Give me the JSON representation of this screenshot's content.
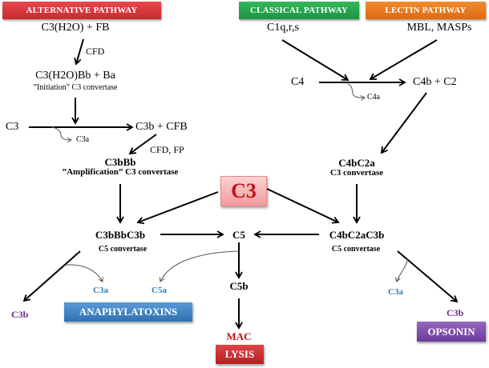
{
  "pathways": {
    "alternative": {
      "label": "ALTERNATIVE PATHWAY",
      "color": "#d9343a"
    },
    "classical": {
      "label": "CLASSICAL PATHWAY",
      "color": "#22a64d"
    },
    "lectin": {
      "label": "LECTIN PATHWAY",
      "color": "#ec7a1f"
    }
  },
  "alternative": {
    "start": "C3(H2O) + FB",
    "enzyme1": "CFD",
    "initiation": "C3(H2O)Bb + Ba",
    "initiation_label": "”Initiation”  C3 convertase",
    "c3": "C3",
    "c3b_cfb": "C3b + CFB",
    "c3a": "C3a",
    "enzyme2": "CFD, FP",
    "amplification": "C3bBb",
    "amplification_label": "”Amplification”  C3 convertase",
    "c5_convertase": "C3bBbC3b",
    "c5_convertase_label": "C5 convertase"
  },
  "classical": {
    "c1": "C1q,r,s",
    "mbl": "MBL, MASPs",
    "c4": "C4",
    "c4b_c2": "C4b + C2",
    "c4a": "C4a",
    "c3_convertase": "C4bC2a",
    "c3_convertase_label": "C3 convertase",
    "c5_convertase": "C4bC2aC3b",
    "c5_convertase_label": "C5 convertase"
  },
  "center": {
    "c3_box": "C3",
    "c3_box_color": "#f6a9a9",
    "c3_text_color": "#c0141b",
    "c5": "C5",
    "c5b": "C5b",
    "mac": "MAC",
    "lysis": "LYSIS",
    "lysis_color": "#c8282b"
  },
  "products": {
    "c3b_left": "C3b",
    "c3a_left": "C3a",
    "c5a": "C5a",
    "anaphylatoxins": "ANAPHYLATOXINS",
    "anaphylatoxins_color": "#3b7fc4",
    "c3a_right": "C3a",
    "c3b_right": "C3b",
    "opsonin": "OPSONIN",
    "opsonin_color": "#7b48a8",
    "c3b_color": "#6b2f8a",
    "c3a_color": "#2e7bb8"
  }
}
